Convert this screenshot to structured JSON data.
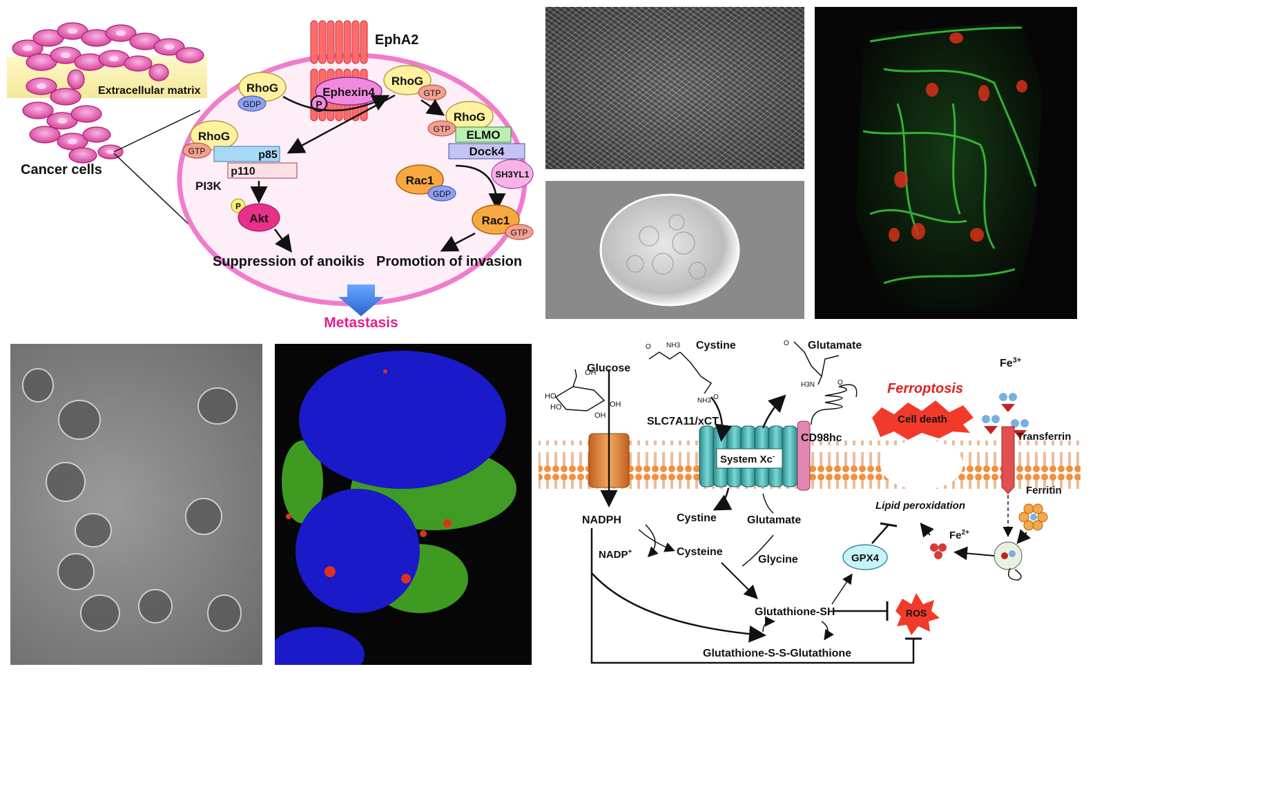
{
  "signaling": {
    "receptor": "EphA2",
    "ecm": "Extracellular matrix",
    "cancer_cells": "Cancer cells",
    "ephexin": "Ephexin4",
    "phospho": "P",
    "rhog": "RhoG",
    "gdp": "GDP",
    "gtp": "GTP",
    "elmo": "ELMO",
    "dock4": "Dock4",
    "sh3yl1": "SH3YL1",
    "p85": "p85",
    "p110": "p110",
    "pi3k": "PI3K",
    "akt": "Akt",
    "rac1": "Rac1",
    "anoikis": "Suppression of anoikis",
    "invasion": "Promotion of invasion",
    "metastasis": "Metastasis"
  },
  "ferroptosis": {
    "glucose": "Glucose",
    "cystine_top": "Cystine",
    "glutamate_top": "Glutamate",
    "slc": "SLC7A11/xCT",
    "system": "System Xc",
    "system_sup": "-",
    "cd98": "CD98hc",
    "ferroptosis": "Ferroptosis",
    "cell_death": "Cell death",
    "transferrin": "Transferrin",
    "ferritin": "Ferritin",
    "fe3": "Fe",
    "fe3_sup": "3+",
    "fe2": "Fe",
    "fe2_sup": "2+",
    "lipid": "Lipid peroxidation",
    "nadph": "NADPH",
    "nadp": "NADP",
    "nadp_sup": "+",
    "cystine": "Cystine",
    "cysteine": "Cysteine",
    "glutamate": "Glutamate",
    "glycine": "Glycine",
    "gsh": "Glutathione-SH",
    "gssg": "Glutathione-S-S-Glutathione",
    "gpx4": "GPX4",
    "ros": "ROS",
    "oh": "OH",
    "ho": "HO",
    "o_minus": "O",
    "nh3": "NH3",
    "h3n": "H3N"
  },
  "colors": {
    "membrane_pink": "#f07ccc",
    "cell_pink": "#e0409a",
    "arrow_blue": "#3a7fe0",
    "metastasis_text": "#e0208a",
    "ferroptosis_red": "#e02020",
    "system_teal": "#2a9a9a"
  }
}
